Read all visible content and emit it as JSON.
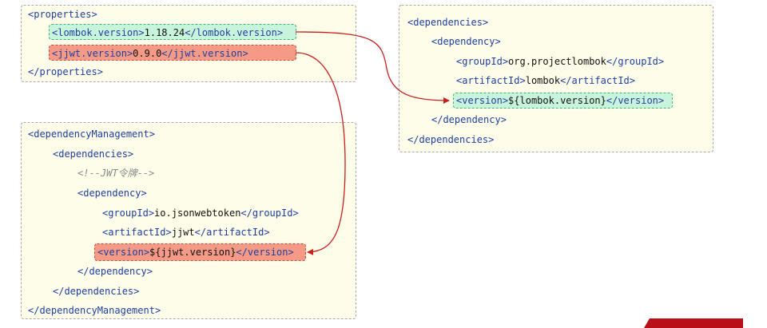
{
  "colors": {
    "panel_fill": "#fdfde9",
    "panel_border": "#a8a8a8",
    "tag": "#1f3f9e",
    "text": "#111111",
    "comment": "#8a8a8a",
    "green_fill": "#c8f4dc",
    "green_border": "#43b27a",
    "red_fill": "#f59a86",
    "red_border": "#c84b3a",
    "arrow": "#c8201e"
  },
  "properties_panel": {
    "open_lt": "<",
    "open_name": "properties",
    "open_gt": ">",
    "lombok": {
      "lt": "<",
      "name": "lombok.version",
      "mid": ">",
      "value": "1.18.24",
      "close_lt": "</",
      "close_name": "lombok.version",
      "close_gt": ">"
    },
    "jjwt": {
      "lt": "<",
      "name": "jjwt.version",
      "mid": ">",
      "value": "0.9.0",
      "close_lt": "</",
      "close_name": "jjwt.version",
      "close_gt": ">"
    },
    "close_lt": "</",
    "close_name": "properties",
    "close_gt": ">"
  },
  "dependencies_panel": {
    "deps_open": "<dependencies>",
    "dep_open": "<dependency>",
    "group_lt": "<",
    "group_name": "groupId",
    "group_mid": ">",
    "group_value": "org.projectlombok",
    "group_close_lt": "</",
    "group_close_name": "groupId",
    "group_close_gt": ">",
    "artifact_lt": "<",
    "artifact_name": "artifactId",
    "artifact_mid": ">",
    "artifact_value": "lombok",
    "artifact_close_lt": "</",
    "artifact_close_name": "artifactId",
    "artifact_close_gt": ">",
    "version_lt": "<",
    "version_name": "version",
    "version_mid": ">",
    "version_value": "${lombok.version}",
    "version_close_lt": "</",
    "version_close_name": "version",
    "version_close_gt": ">",
    "dep_close": "</dependency>",
    "deps_close": "</dependencies>"
  },
  "management_panel": {
    "mgmt_open": "<dependencyManagement>",
    "deps_open": "<dependencies>",
    "comment": "<!--JWT令牌-->",
    "dep_open": "<dependency>",
    "group_lt": "<",
    "group_name": "groupId",
    "group_mid": ">",
    "group_value": "io.jsonwebtoken",
    "group_close_lt": "</",
    "group_close_name": "groupId",
    "group_close_gt": ">",
    "artifact_lt": "<",
    "artifact_name": "artifactId",
    "artifact_mid": ">",
    "artifact_value": "jjwt",
    "artifact_close_lt": "</",
    "artifact_close_name": "artifactId",
    "artifact_close_gt": ">",
    "version_lt": "<",
    "version_name": "version",
    "version_mid": ">",
    "version_value": "${jjwt.version}",
    "version_close_lt": "</",
    "version_close_name": "version",
    "version_close_gt": ">",
    "dep_close": "</dependency>",
    "deps_close": "</dependencies>",
    "mgmt_close": "</dependencyManagement>"
  },
  "connectors": [
    {
      "from": "lombok.version",
      "to": "${lombok.version}"
    },
    {
      "from": "jjwt.version",
      "to": "${jjwt.version}"
    }
  ]
}
